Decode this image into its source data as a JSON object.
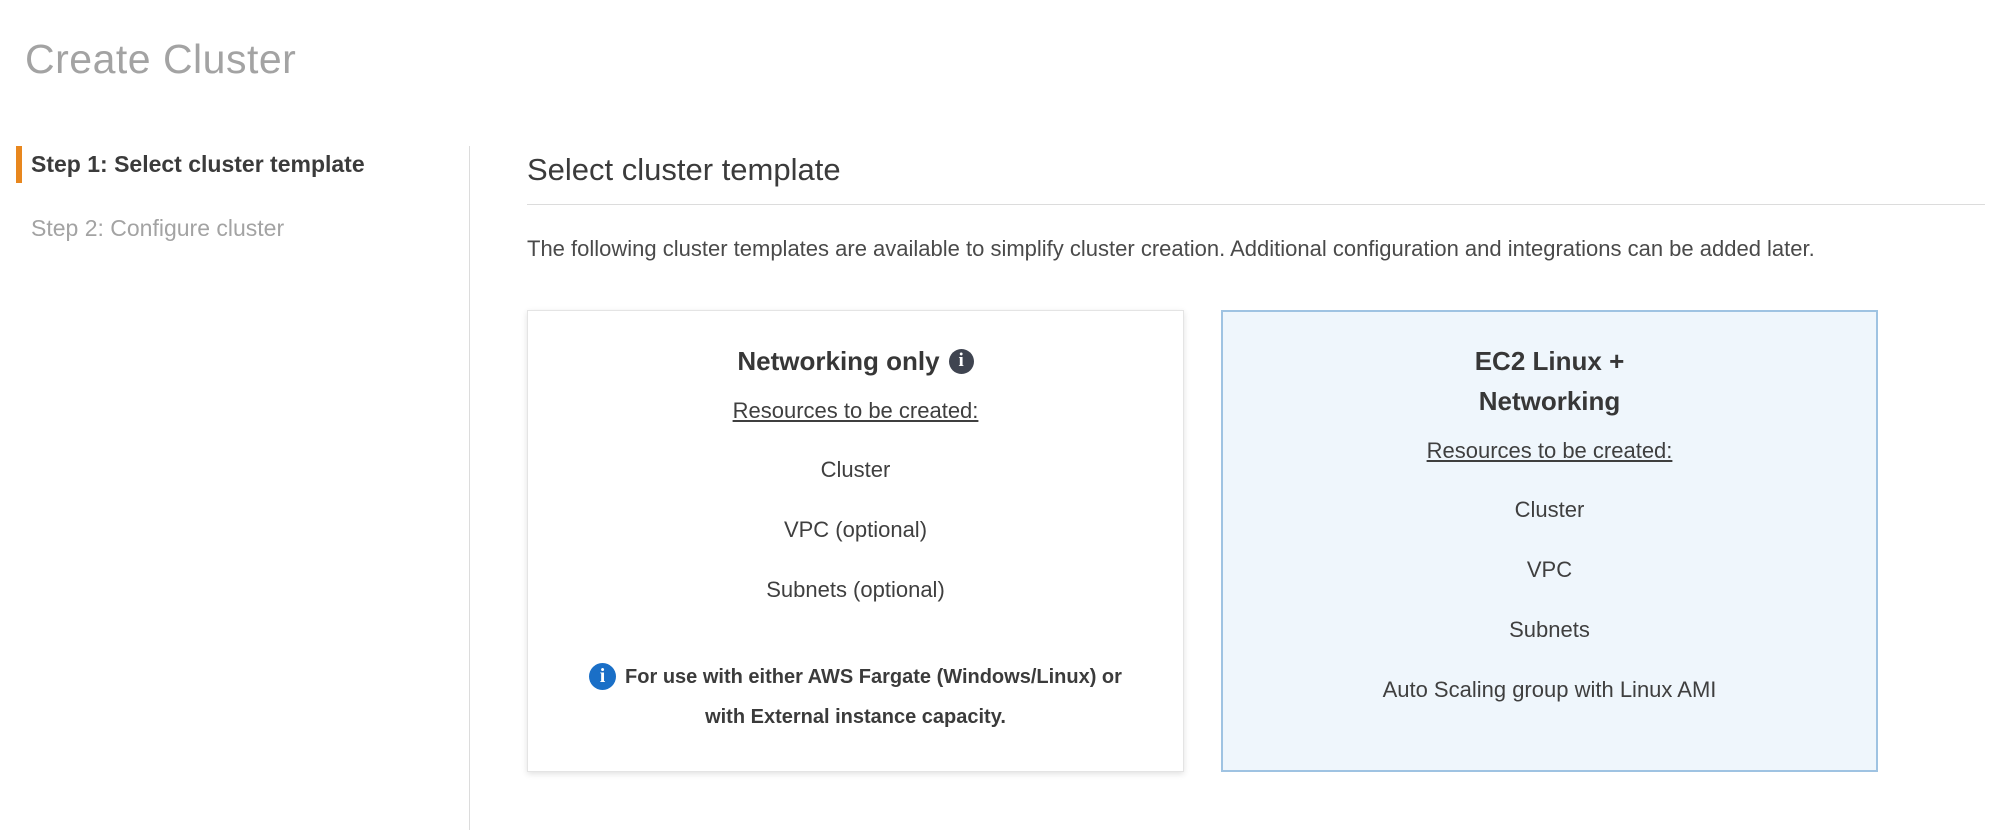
{
  "colors": {
    "accent-orange": "#e8871e",
    "heading-gray": "#a3a3a3",
    "text-dark": "#3b3b3b",
    "text-gray": "#a3a3a3",
    "divider": "#dcdcdc",
    "selected-card-bg": "#eff6fc",
    "selected-card-border": "#9fc3e2",
    "info-blue": "#1a6fc7",
    "info-dark": "#3f4450"
  },
  "page": {
    "title": "Create Cluster"
  },
  "steps": {
    "step1": {
      "label": "Step 1: Select cluster template"
    },
    "step2": {
      "label": "Step 2: Configure cluster"
    }
  },
  "main": {
    "heading": "Select cluster template",
    "description": "The following cluster templates are available to simplify cluster creation. Additional configuration and integrations can be added later."
  },
  "cards": {
    "networking_only": {
      "title": "Networking only",
      "info_icon": "info-icon",
      "resources_label": "Resources to be created:",
      "resources": [
        "Cluster",
        "VPC (optional)",
        "Subnets (optional)"
      ],
      "note": "For use with either AWS Fargate (Windows/Linux) or with External instance capacity.",
      "selected": false
    },
    "ec2_linux_networking": {
      "title": "EC2 Linux + Networking",
      "resources_label": "Resources to be created:",
      "resources": [
        "Cluster",
        "VPC",
        "Subnets",
        "Auto Scaling group with Linux AMI"
      ],
      "selected": true
    }
  }
}
